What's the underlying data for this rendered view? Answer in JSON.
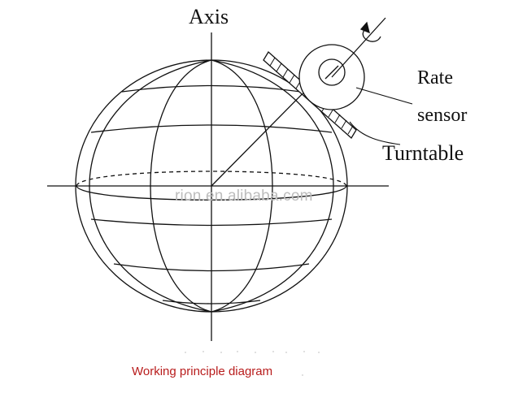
{
  "diagram": {
    "labels": {
      "axis": "Axis",
      "rate": "Rate",
      "sensor": "sensor",
      "turntable": "Turntable"
    },
    "watermark": "rion.en.alibaba.com",
    "caption": "Working principle diagram",
    "colors": {
      "line": "#111111",
      "caption": "#b81c1c",
      "watermark": "#bdbdbd"
    },
    "icons": [
      "rotation-arrow-icon"
    ]
  }
}
